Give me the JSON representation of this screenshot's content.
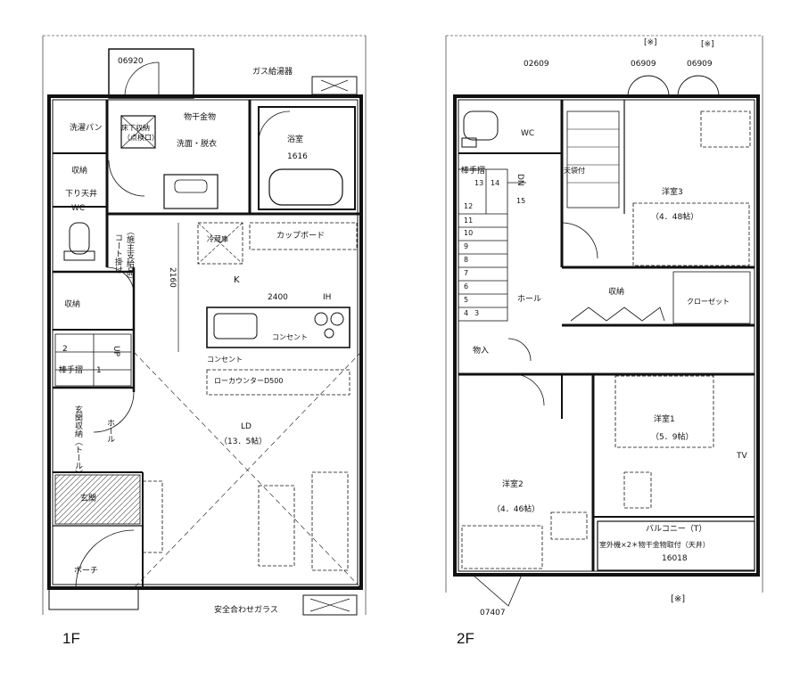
{
  "floors": {
    "first": {
      "label": "1F"
    },
    "second": {
      "label": "2F"
    }
  },
  "first_floor": {
    "window_code_top": "06920",
    "gas_heater": "ガス給湯器",
    "laundry_pan": "洗濯パン",
    "underfloor_storage": "床下収納",
    "underfloor_storage_sub": "（点検口）",
    "drying_rack": "物干金物",
    "washroom": "洗面・脱衣",
    "bathroom": "浴室",
    "bath_size": "1616",
    "storage_a": "収納",
    "hanging_wall": "下り天井",
    "wc": "WC",
    "refrigerator": "冷蔵庫",
    "cupboard": "カップボード",
    "coat_hanger": "コート掛け",
    "coat_hanger_sub": "（施主支給品）",
    "dim_2160": "2160",
    "kitchen": "K",
    "dim_2400": "2400",
    "ih": "IH",
    "storage_b": "収納",
    "outlet_a": "コンセント",
    "outlet_b": "コンセント",
    "low_counter": "ローカウンターD500",
    "stair_2": "2",
    "up": "UP",
    "handrail": "棒手摺",
    "stair_1": "1",
    "hall_storage": "玄関収納（トール）",
    "hall": "ホール",
    "ld": "LD",
    "ld_size": "（13．5帖）",
    "entrance": "玄関",
    "porch": "ポーチ",
    "safety_glass": "安全合わせガラス"
  },
  "second_floor": {
    "window_marks_top": "[※]",
    "window_marks_top_b": "[※]",
    "window_code_a": "02609",
    "window_code_b": "06909",
    "window_code_c": "06909",
    "wc": "WC",
    "handrail": "棒手摺",
    "dn": "DN",
    "stair_nums": [
      "13",
      "14",
      "15",
      "12",
      "11",
      "10",
      "9",
      "8",
      "7",
      "6",
      "5",
      "4",
      "3"
    ],
    "closet_a": "天袋付",
    "room3": "洋室3",
    "room3_size": "（4．48帖）",
    "hall": "ホール",
    "storage": "収納",
    "closet_b": "クローゼット",
    "mono_ire": "物入",
    "room1": "洋室1",
    "room1_size": "（5．9帖）",
    "tv": "TV",
    "room2": "洋室2",
    "room2_size": "（4．46帖）",
    "balcony": "バルコニー（T）",
    "balcony_note": "室外機×2＊物干金物取付（天井）",
    "balcony_code": "16018",
    "window_code_bottom": "07407",
    "window_mark_bottom": "[※]"
  }
}
